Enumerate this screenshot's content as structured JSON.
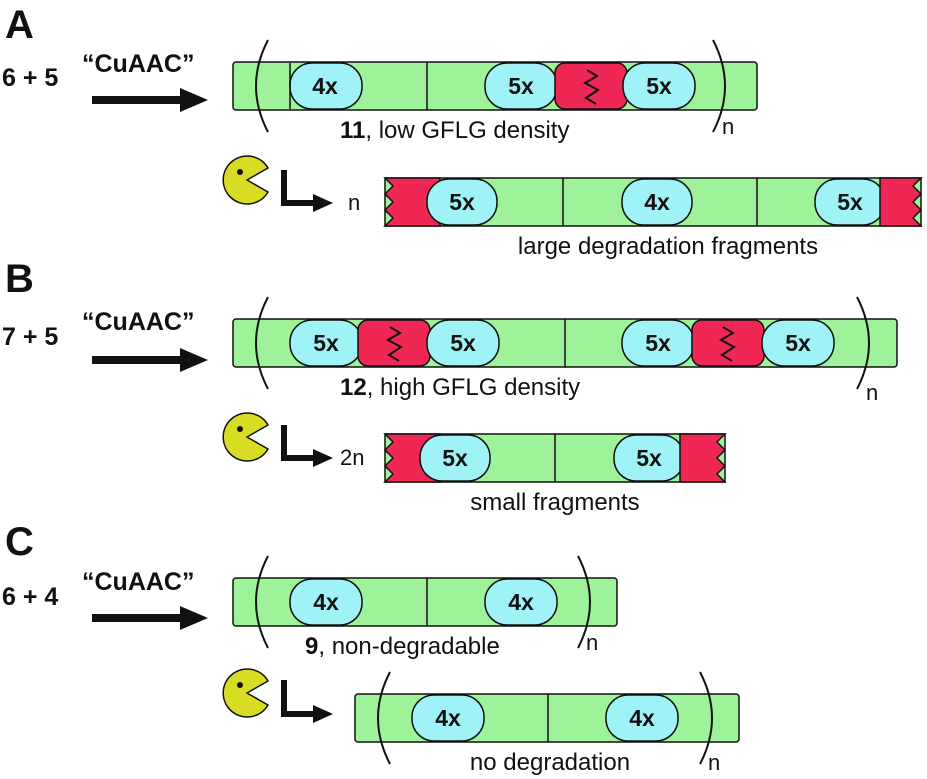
{
  "colors": {
    "green": "#9ef29a",
    "cyan": "#9ff3f7",
    "red": "#ef2755",
    "pacman": "#d8dc22",
    "outline": "#111111"
  },
  "panels": [
    {
      "letter": "A",
      "reaction_left": "6 + 5",
      "reaction_right": "“CuAAC”",
      "polymer_caption_num": "11",
      "polymer_caption_rest": ", low GFLG density",
      "polymer_n": "n",
      "fragment_multiplier": "n",
      "fragment_caption": "large degradation fragments",
      "polymer_segments": [
        "4x",
        "5x",
        "5x"
      ],
      "fragment_segments": [
        "5x",
        "4x",
        "5x"
      ]
    },
    {
      "letter": "B",
      "reaction_left": "7 + 5",
      "reaction_right": "“CuAAC”",
      "polymer_caption_num": "12",
      "polymer_caption_rest": ", high GFLG density",
      "polymer_n": "n",
      "fragment_multiplier": "2n",
      "fragment_caption": "small fragments",
      "polymer_segments": [
        "5x",
        "5x",
        "5x",
        "5x"
      ],
      "fragment_segments": [
        "5x",
        "5x"
      ]
    },
    {
      "letter": "C",
      "reaction_left": "6 + 4",
      "reaction_right": "“CuAAC”",
      "polymer_caption_num": "9",
      "polymer_caption_rest": ", non-degradable",
      "polymer_n": "n",
      "fragment_caption": "no degradation",
      "fragment_n": "n",
      "polymer_segments": [
        "4x",
        "4x"
      ],
      "fragment_segments": [
        "4x",
        "4x"
      ]
    }
  ]
}
